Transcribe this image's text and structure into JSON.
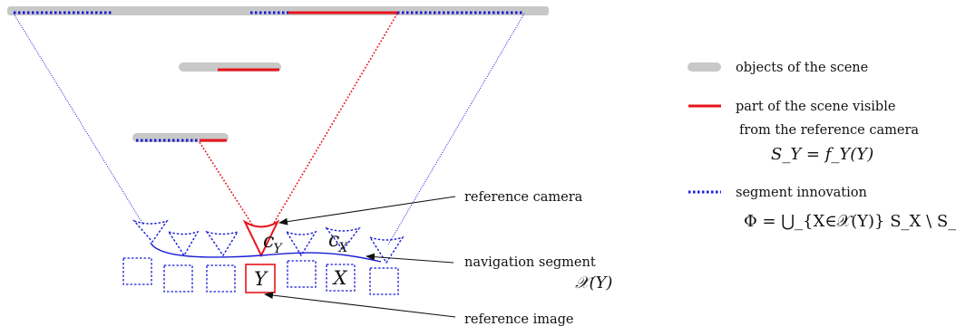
{
  "colors": {
    "object_gray": "#c8c8c8",
    "visible_red": "#e8141c",
    "innovation_blue": "#1a1ad6",
    "text": "#111111"
  },
  "annotations": {
    "reference_camera": "reference camera",
    "navigation_segment": "navigation segment",
    "navigation_segment_math": "𝒳(Y)",
    "reference_image": "reference image"
  },
  "labels": {
    "camera_y": "c",
    "camera_y_sub": "Y",
    "camera_x": "c",
    "camera_x_sub": "X",
    "image_y": "Y",
    "image_x": "X"
  },
  "legend": {
    "objects": "objects of the scene",
    "visible_part_line1": "part of the scene visible",
    "visible_part_line2": "from the reference camera",
    "visible_formula": "S_Y = f_Y(Y)",
    "innovation": "segment innovation",
    "innovation_formula": "Φ = ⋃_{X∈𝒳(Y)} S_X \\ S_Y"
  }
}
